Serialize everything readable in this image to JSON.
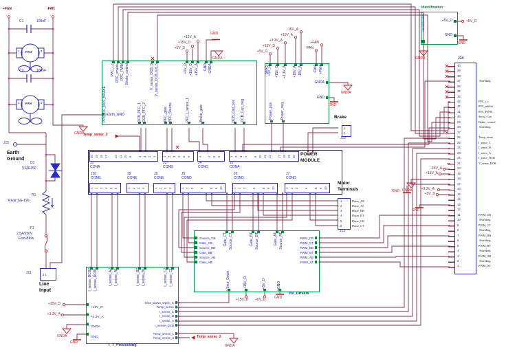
{
  "nets": {
    "p5d": "+5V_D",
    "p15d": "+15V_D",
    "p15a": "+15V_A",
    "m15a": "-15V_A",
    "p33a": "+3.3V_A",
    "pfan": "+FAN",
    "mfan": "-FAN",
    "gnd": "GND",
    "gnda": "GNDA"
  },
  "fans": {
    "c1": "C1",
    "c2": "C2",
    "val": "100nF",
    "fan": "FAN",
    "pin1": "1",
    "pin2": "2"
  },
  "left": {
    "j15": "J15",
    "earth1": "Earth",
    "earth2": "Ground",
    "d1": "D1",
    "d1v": "V14E250",
    "r1": "R1",
    "r1v": "RIvar SG-190",
    "r1i": "i",
    "f1": "F1",
    "f1a": "2.5A/250V",
    "f1b": "Fast-Blow",
    "j11": "J11",
    "j11p": "2 1",
    "line1": "Line",
    "line2": "Input"
  },
  "ppc": {
    "name": "PPC_DC_BUS_BRAKE",
    "grp1": [
      "PPC_i_c",
      "PPC_enable",
      "PPC_PWM",
      "Brake_control"
    ],
    "grp2": [
      "V_sense_DCB_S",
      "V_sense_DCB_full_S"
    ],
    "grp3": [
      "+5V_D",
      "+15V_D",
      "+15V_A"
    ],
    "grp4": [
      "GND",
      "GNDA"
    ],
    "earth": "Earth_GND",
    "bot1": [
      "DCB_PFC_1",
      "DCB_PFC_2"
    ],
    "bot2": [
      "PFC_gate",
      "PFC_Source"
    ],
    "b3": "PFC_I_sense_1",
    "b4": "Brake_gate",
    "b5": "DCB_Cap_pos",
    "b6": "DCB_Cap_neg"
  },
  "smps": {
    "name": "SMPS",
    "t": [
      "+5V_D",
      "+15V_D",
      "+3.3V_A",
      "+15V_A",
      "-15V_A",
      "-FAN",
      "+FAN"
    ],
    "gnda": "GNDA",
    "gnd": "GND",
    "b": [
      "Power_pos",
      "Power_neg"
    ]
  },
  "ident": {
    "title": "Identification",
    "name": "Identification",
    "p1": "+5V_D",
    "p2": "GND"
  },
  "brake": {
    "title": "Brake",
    "ref": "J12",
    "pins": [
      "1",
      "2"
    ]
  },
  "j14": {
    "ref": "J14",
    "rows": [
      {
        "n": "40",
        "label": ""
      },
      {
        "n": "39",
        "label": ""
      },
      {
        "n": "38",
        "label": ""
      },
      {
        "n": "37",
        "label": " Shielding"
      },
      {
        "n": "36",
        "label": ""
      },
      {
        "n": "35",
        "label": ""
      },
      {
        "n": "34",
        "label": ""
      },
      {
        "n": "33",
        "label": "PPC_i_c"
      },
      {
        "n": "32",
        "label": "PPC_inhibit"
      },
      {
        "n": "31",
        "label": "PPC_PWM"
      },
      {
        "n": "30",
        "label": "Serial_Con"
      },
      {
        "n": "29",
        "label": "Brake_control"
      },
      {
        "n": "28",
        "label": " Shielding"
      },
      {
        "n": "27",
        "label": ""
      },
      {
        "n": "26",
        "label": "Temp_sense"
      },
      {
        "n": "25",
        "label": "I_sense_C"
      },
      {
        "n": "24",
        "label": "I_sense_B"
      },
      {
        "n": "23",
        "label": "I_sense_A"
      },
      {
        "n": "22",
        "label": "I_sense_DCB"
      },
      {
        "n": "21",
        "label": "V_sense_DCB"
      },
      {
        "n": "20",
        "label": ""
      },
      {
        "n": "19",
        "label": ""
      },
      {
        "n": "18",
        "label": ""
      },
      {
        "n": "17",
        "label": ""
      },
      {
        "n": "16",
        "label": ""
      },
      {
        "n": "15",
        "label": ""
      },
      {
        "n": "14",
        "label": ""
      },
      {
        "n": "13",
        "label": ""
      },
      {
        "n": "12",
        "label": ""
      },
      {
        "n": "11",
        "label": "PWM_CB"
      },
      {
        "n": "10",
        "label": " Shielding"
      },
      {
        "n": "9",
        "label": "PWM_CT"
      },
      {
        "n": "8",
        "label": " Shielding"
      },
      {
        "n": "7",
        "label": "PWM_BB"
      },
      {
        "n": "6",
        "label": " Shielding"
      },
      {
        "n": "5",
        "label": "PWM_BT"
      },
      {
        "n": "4",
        "label": " Shielding"
      },
      {
        "n": "3",
        "label": "PWM_AB"
      },
      {
        "n": "2",
        "label": " Shielding"
      },
      {
        "n": "1",
        "label": "PWM_AT"
      }
    ]
  },
  "pm": {
    "t1": "POWER",
    "t2": "MODULE",
    "top": [
      {
        "ref": "J1",
        "type": "CONA",
        "pins": [
          "20",
          "19",
          "18",
          "17",
          "",
          "12",
          "11",
          "10",
          "9",
          "",
          "4",
          "3",
          "2",
          "1"
        ]
      },
      {
        "ref": "J3",
        "type": "CONB",
        "pins": [
          "1",
          "2",
          "3",
          "4",
          "5",
          "6"
        ]
      },
      {
        "ref": "J4",
        "type": "CONC",
        "pins": [
          "1",
          "",
          "4",
          "5",
          "6"
        ]
      },
      {
        "ref": "J2",
        "type": "CONA",
        "pins": [
          "1",
          "2",
          "3",
          "4",
          "",
          "9",
          "10",
          "11",
          "12",
          "",
          "17",
          "18",
          "19",
          "20"
        ]
      }
    ],
    "bot": [
      {
        "ref": "J10",
        "type": "CONB",
        "pins": [
          "1",
          "2",
          "3",
          "4",
          "5",
          "6"
        ]
      },
      {
        "ref": "J9",
        "type": "CONE",
        "pins": [
          "1",
          "2",
          "3",
          "4"
        ]
      },
      {
        "ref": "J8",
        "type": "CONE",
        "pins": [
          "1",
          "2",
          "3",
          "4"
        ]
      },
      {
        "ref": "J5",
        "type": "COND",
        "pins": [
          "1",
          "2",
          "3",
          "",
          "6",
          "",
          "8",
          "9",
          "10"
        ]
      },
      {
        "ref": "J6",
        "type": "COND",
        "pins": [
          "1",
          "2",
          "3",
          "",
          "6",
          "",
          "8",
          "9",
          "10"
        ]
      },
      {
        "ref": "J7",
        "type": "COND",
        "pins": [
          "1",
          "2",
          "3",
          "",
          "6",
          "",
          "8",
          "9",
          "10"
        ]
      }
    ]
  },
  "motor": {
    "t1": "Motor",
    "t2": "Terminals",
    "ref": "J13",
    "rows": [
      {
        "n": "1",
        "label": "Phase_AB"
      },
      {
        "n": "2",
        "label": "Phase_AT"
      },
      {
        "n": "3",
        "label": "Phase_BB"
      },
      {
        "n": "4",
        "label": "Phase_BT"
      },
      {
        "n": "5",
        "label": "Phase_CB"
      },
      {
        "n": "6",
        "label": "Phase_CT"
      }
    ]
  },
  "hv": {
    "name": "HV_Drivers",
    "left": [
      "Source_CB",
      "Gate_CB",
      "Source_BB",
      "Gate_BB",
      "Source_AB",
      "Gate_AB"
    ],
    "pairs": [
      [
        "Gate_CT",
        "Source_CT"
      ],
      [
        "Gate_BT",
        "Source_BT"
      ],
      [
        "Gate_AT",
        "Source_AT"
      ]
    ],
    "right": [
      "PWM_CB",
      "PWM_CT",
      "PWM_BB",
      "PWM_BT",
      "PWM_AB",
      "PWM_AT"
    ],
    "bottom": [
      "Shut_Down",
      "+15V_D",
      "+5V_D",
      "GND"
    ]
  },
  "itp": {
    "name": "I_T_Processing",
    "pairs": [
      [
        "I_sense_DCB2",
        "I_sense_DCB1"
      ],
      [
        "I_sense_A2",
        "I_sense_A1"
      ],
      [
        "I_sense_B2",
        "I_sense_B1"
      ],
      [
        "I_sense_C2",
        "I_sense_C1"
      ]
    ],
    "left": [
      "+15V_D",
      "+3.3V_A",
      "GNDA",
      "GND"
    ],
    "right": [
      "Shut_Down_Open_C",
      "Temp_sense",
      "I_sense_C",
      "I_sense_B",
      "I_sense_A",
      "I_sense_DCB"
    ],
    "right2": [
      "Temp_sense_1",
      "Temp_sense_2"
    ]
  },
  "labels": {
    "temp2": "Temp_sense_2"
  }
}
